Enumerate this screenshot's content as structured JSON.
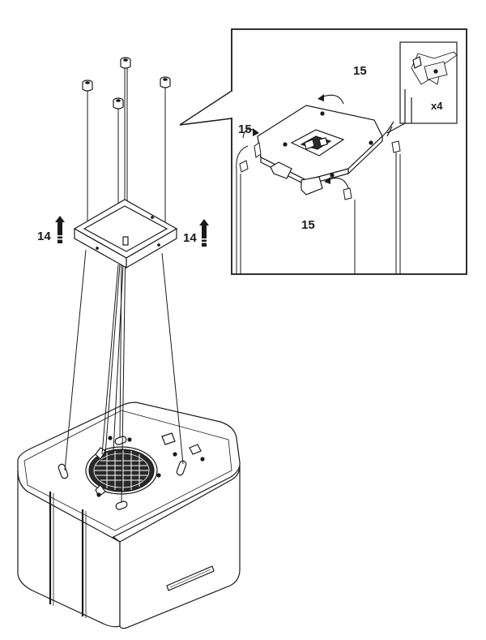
{
  "labels": {
    "step_left": "14",
    "step_right": "14",
    "inset_top": "15",
    "inset_left": "15",
    "inset_bottom": "15",
    "quantity": "x4"
  },
  "colors": {
    "stroke": "#1a1a1a",
    "background": "#ffffff",
    "light_fill": "#f4f4f4",
    "dark_fill": "#2a2a2a"
  }
}
